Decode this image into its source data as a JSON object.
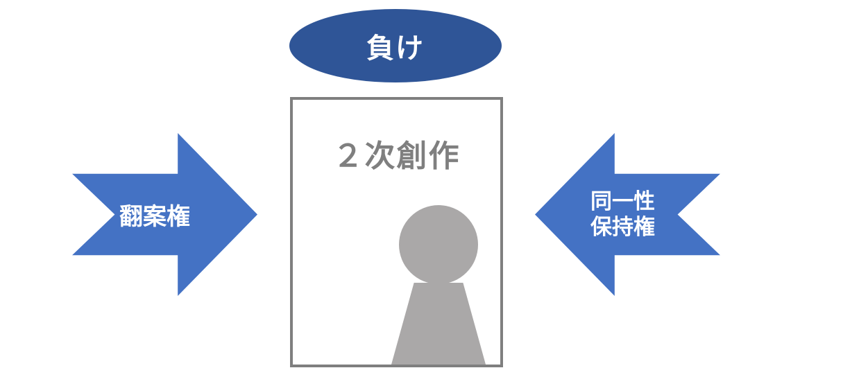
{
  "verdict": {
    "label": "負け"
  },
  "work": {
    "title": "２次創作"
  },
  "left_arrow": {
    "label": "翻案権"
  },
  "right_arrow": {
    "lines": [
      "同一性",
      "保持権"
    ]
  },
  "colors": {
    "verdict_fill": "#2f5597",
    "arrow_fill": "#4472c4",
    "frame_border": "#7f7f7f",
    "title_text": "#7f7f7f",
    "person_fill": "#aaa8a8"
  },
  "icons": {
    "figure": "person-icon"
  }
}
